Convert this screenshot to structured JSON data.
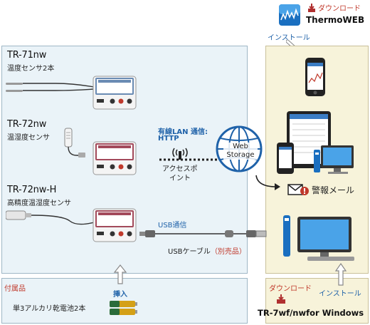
{
  "thermoweb": {
    "download": "ダウンロード",
    "name": "ThermoWEB"
  },
  "install_top": "インストール",
  "devices": [
    {
      "model": "TR-71nw",
      "desc": "温度センサ2本"
    },
    {
      "model": "TR-72nw",
      "desc": "温湿度センサ"
    },
    {
      "model": "TR-72nw-H",
      "desc": "高精度温湿度センサ"
    }
  ],
  "lan": {
    "label1": "有線LAN 通信:",
    "label2": "HTTP"
  },
  "access_point": {
    "line1": "アクセスポ",
    "line2": "イント"
  },
  "web_storage": {
    "line1": "Web",
    "line2": "Storage"
  },
  "alert_mail": "警報メール",
  "usb": {
    "label": "USB通信",
    "cable": "USBケーブル",
    "cable_note": "（別売品）"
  },
  "accessories": {
    "title": "付属品",
    "battery": "単3アルカリ乾電池2本",
    "insert": "挿入"
  },
  "windows": {
    "download": "ダウンロード",
    "install": "インストール",
    "software": "TR-7wf/nwfor Windows"
  },
  "colors": {
    "left_panel": "#eaf3f8",
    "right_panel": "#f7f3da",
    "accent_blue": "#1f62a9",
    "accent_red": "#c0392b"
  }
}
